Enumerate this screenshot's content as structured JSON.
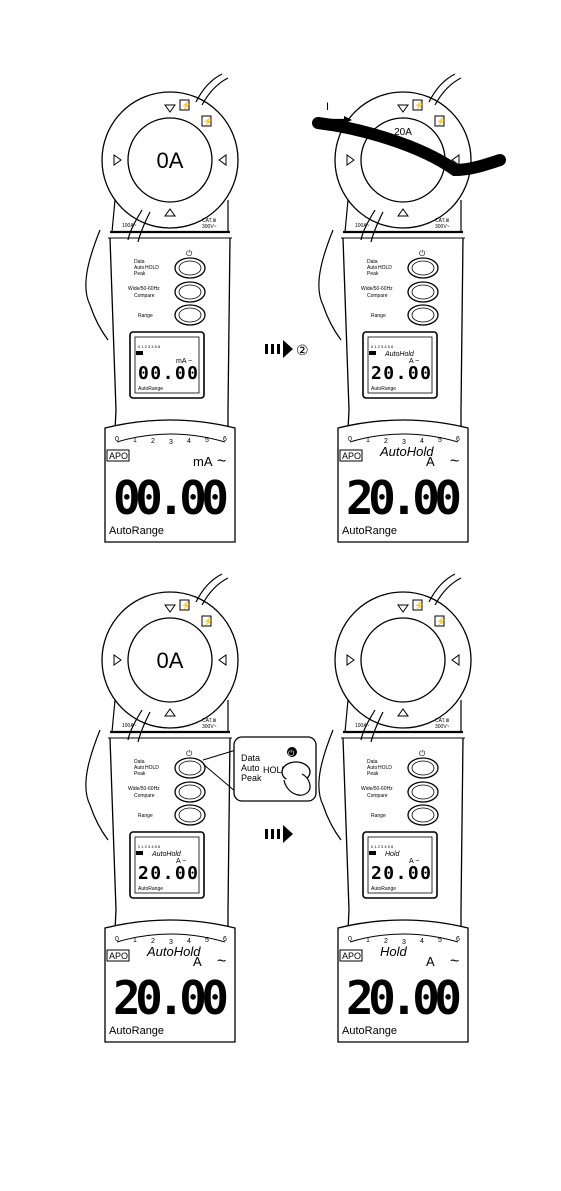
{
  "meter": {
    "fuse_symbol": "⚡",
    "range_mark": "100A~",
    "cat_rating_1": "CAT.Ⅲ",
    "cat_rating_2": "300V~",
    "power_symbol": "⏻",
    "btn1_label_1": "Data",
    "btn1_label_2": "Auto",
    "btn1_label_3": "Peak",
    "btn1_label_hold": "HOLD",
    "btn2_label_1": "Wide/50-60Hz",
    "btn2_label_2": "Compare",
    "btn3_label": "Range"
  },
  "lcd_common": {
    "apo": "APO",
    "autorange": "AutoRange",
    "scale_ticks": [
      "0",
      "1",
      "2",
      "3",
      "4",
      "5",
      "6"
    ],
    "ac_symbol": "~"
  },
  "panels": [
    {
      "jaw": "0A",
      "small_mode": "",
      "small_digits": "00.00",
      "small_unit": "mA",
      "large_mode": "",
      "large_digits": "00.00",
      "large_unit": "mA"
    },
    {
      "jaw": "20A",
      "small_mode": "AutoHold",
      "small_digits": "20.00",
      "small_unit": "A",
      "large_mode": "AutoHold",
      "large_digits": "20.00",
      "large_unit": "A"
    },
    {
      "jaw": "0A",
      "small_mode": "AutoHold",
      "small_digits": "20.00",
      "small_unit": "A",
      "large_mode": "AutoHold",
      "large_digits": "20.00",
      "large_unit": "A"
    },
    {
      "jaw": "",
      "small_mode": "Hold",
      "small_digits": "20.00",
      "small_unit": "A",
      "large_mode": "Hold",
      "large_digits": "20.00",
      "large_unit": "A"
    }
  ],
  "annotations": {
    "current_label": "I",
    "step_marker": "②",
    "callout_label_1": "Data",
    "callout_label_2": "Auto",
    "callout_label_3": "Peak",
    "callout_hold": "HOLD"
  }
}
